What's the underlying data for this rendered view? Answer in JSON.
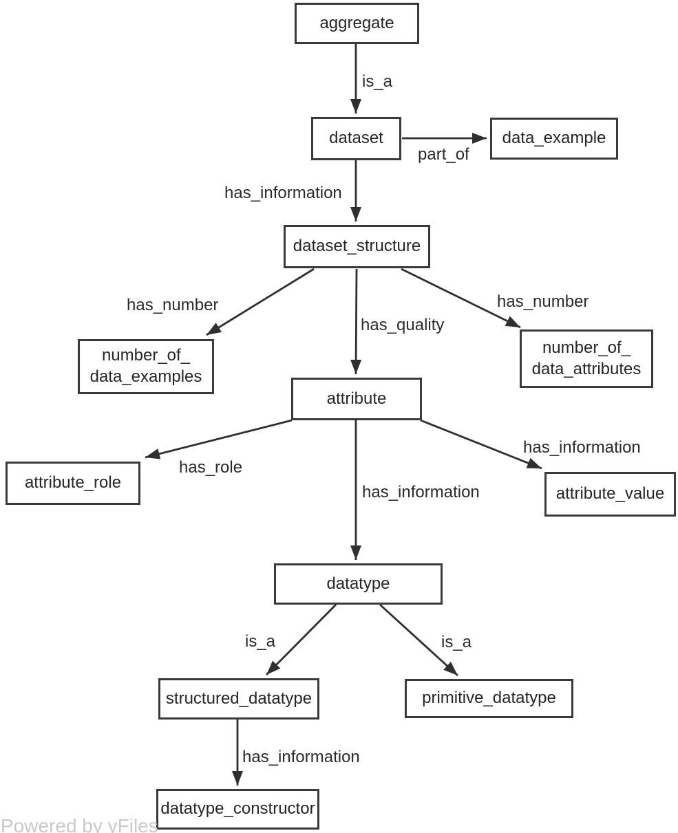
{
  "diagram": {
    "nodes": {
      "aggregate": {
        "label": "aggregate"
      },
      "dataset": {
        "label": "dataset"
      },
      "data_example": {
        "label": "data_example"
      },
      "dataset_structure": {
        "label": "dataset_structure"
      },
      "number_of_data_examples": {
        "line1": "number_of_",
        "line2": "data_examples"
      },
      "number_of_data_attributes": {
        "line1": "number_of_",
        "line2": "data_attributes"
      },
      "attribute": {
        "label": "attribute"
      },
      "attribute_role": {
        "label": "attribute_role"
      },
      "attribute_value": {
        "label": "attribute_value"
      },
      "datatype": {
        "label": "datatype"
      },
      "structured_datatype": {
        "label": "structured_datatype"
      },
      "primitive_datatype": {
        "label": "primitive_datatype"
      },
      "datatype_constructor": {
        "label": "datatype_constructor"
      }
    },
    "edges": {
      "aggregate_to_dataset": {
        "label": "is_a"
      },
      "dataset_to_data_example": {
        "label": "part_of"
      },
      "dataset_to_dataset_structure": {
        "label": "has_information"
      },
      "dataset_structure_to_number_of_data_examples": {
        "label": "has_number"
      },
      "dataset_structure_to_attribute": {
        "label": "has_quality"
      },
      "dataset_structure_to_number_of_data_attributes": {
        "label": "has_number"
      },
      "attribute_to_attribute_role": {
        "label": "has_role"
      },
      "attribute_to_datatype": {
        "label": "has_information"
      },
      "attribute_to_attribute_value": {
        "label": "has_information"
      },
      "datatype_to_structured_datatype": {
        "label": "is_a"
      },
      "datatype_to_primitive_datatype": {
        "label": "is_a"
      },
      "structured_datatype_to_datatype_constructor": {
        "label": "has_information"
      }
    },
    "colors": {
      "node_border": "#3a3a3a",
      "node_fill": "#ffffff",
      "edge_line": "#2f2f2f",
      "text": "#262626",
      "watermark_text": "#c9c9c9",
      "background": "#ffffff"
    }
  },
  "footer": {
    "watermark": "Powered by yFiles"
  }
}
